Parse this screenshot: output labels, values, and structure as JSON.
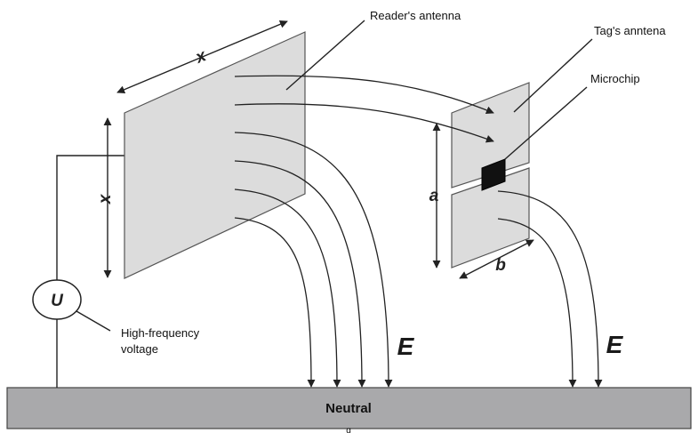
{
  "labels": {
    "reader_antenna": "Reader's antenna",
    "tag_antenna": "Tag's anntena",
    "microchip": "Microchip",
    "high_freq_line1": "High-frequency",
    "high_freq_line2": "voltage",
    "neutral": "Neutral",
    "voltage_source": "U",
    "dim_x_top": "x",
    "dim_x_side": "x",
    "dim_a": "a",
    "dim_b": "b",
    "field_left": "E",
    "field_right": "E",
    "ground_mark": "g"
  },
  "colors": {
    "plate_fill": "#dcdcdc",
    "plate_stroke": "#555555",
    "ground_fill": "#a9a9ab",
    "microchip": "#111111",
    "line": "#222222"
  }
}
